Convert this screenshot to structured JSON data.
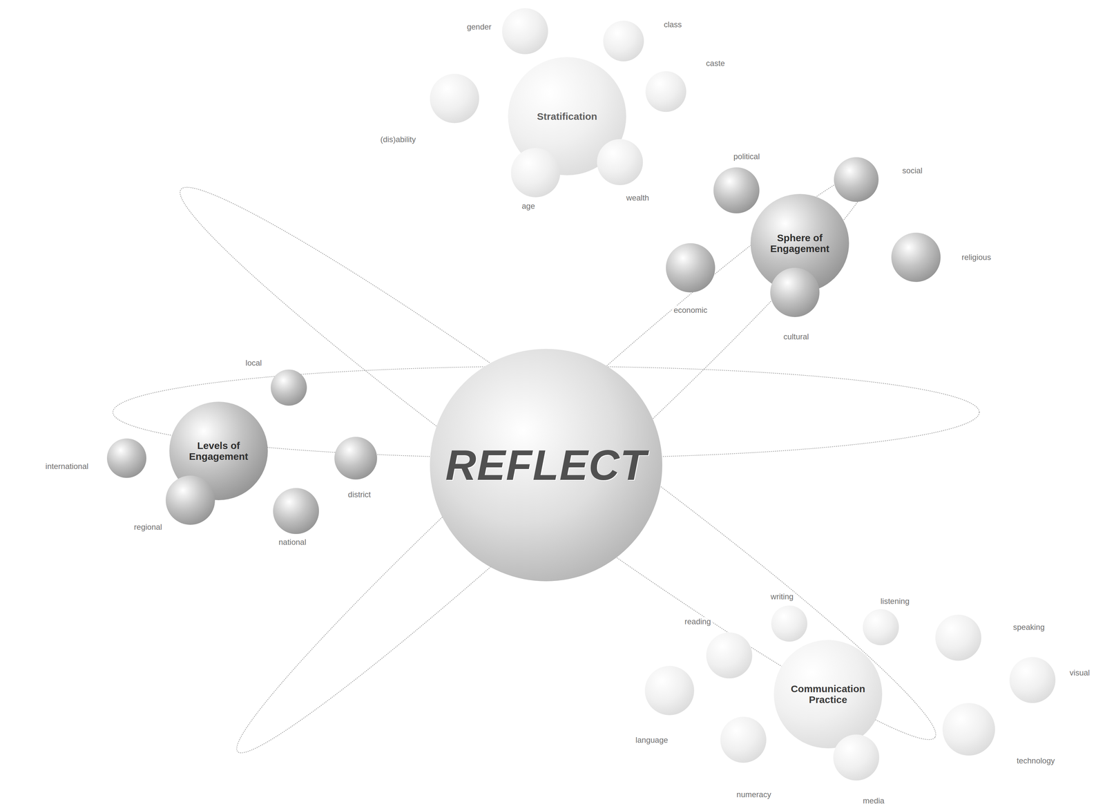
{
  "diagram": {
    "nodes": [
      {
        "text": [
          "Stratification"
        ]
      },
      {
        "text": [
          "gender"
        ]
      },
      {
        "text": [
          "class"
        ]
      },
      {
        "text": [
          "caste"
        ]
      },
      {
        "text": [
          "(dis)ability"
        ]
      },
      {
        "text": [
          "age"
        ]
      },
      {
        "text": [
          "wealth"
        ]
      },
      {
        "text": [
          "Sphere of Engagement"
        ]
      },
      {
        "text": [
          "political"
        ]
      },
      {
        "text": [
          "social"
        ]
      },
      {
        "text": [
          "religious"
        ]
      },
      {
        "text": [
          "cultural"
        ]
      },
      {
        "text": [
          "economic"
        ]
      },
      {
        "text": [
          "Levels of Engagement"
        ]
      },
      {
        "text": [
          "local"
        ]
      },
      {
        "text": [
          "international"
        ]
      },
      {
        "text": [
          "district"
        ]
      },
      {
        "text": [
          "regional"
        ]
      },
      {
        "text": [
          "national"
        ]
      },
      {
        "text": [
          "REFLECT"
        ]
      },
      {
        "text": [
          "Communication Practice"
        ]
      },
      {
        "text": [
          "reading"
        ]
      },
      {
        "text": [
          "writing"
        ]
      },
      {
        "text": [
          "listening"
        ]
      },
      {
        "text": [
          "speaking"
        ]
      },
      {
        "text": [
          "visual"
        ]
      },
      {
        "text": [
          "technology"
        ]
      },
      {
        "text": [
          "media"
        ]
      },
      {
        "text": [
          "numeracy"
        ]
      },
      {
        "text": [
          "language"
        ]
      }
    ]
  }
}
